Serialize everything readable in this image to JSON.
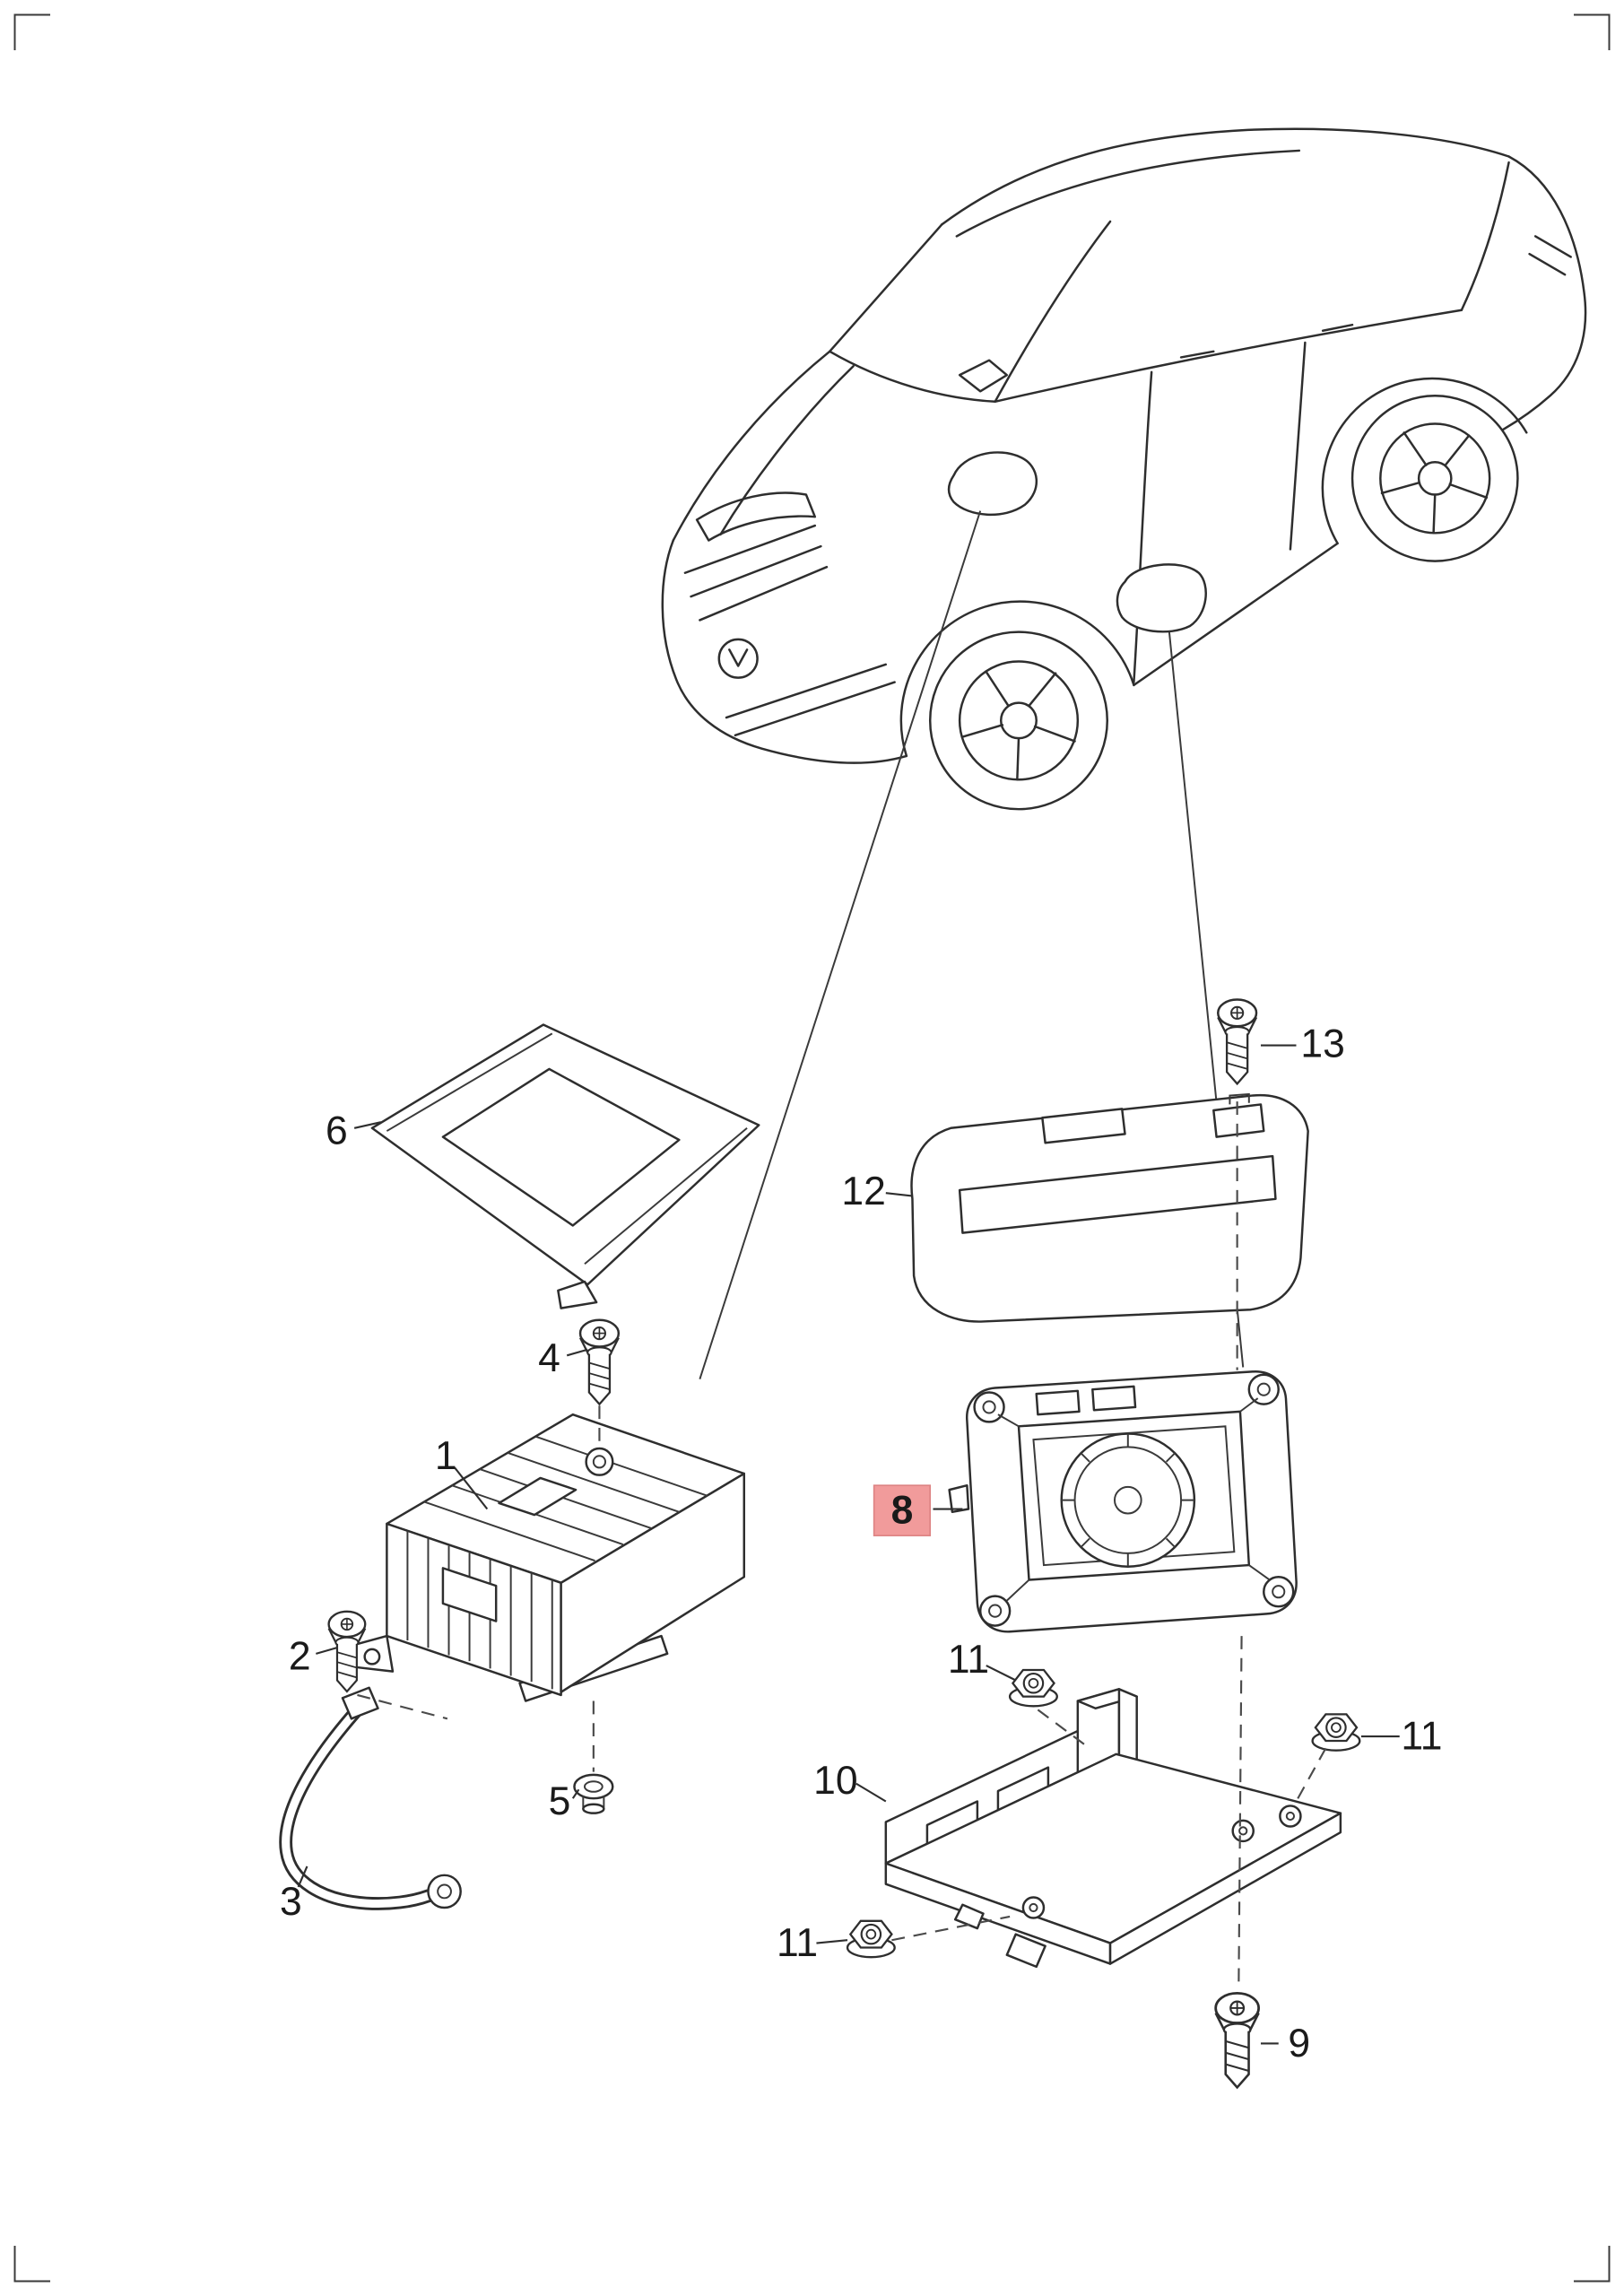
{
  "diagram": {
    "kind": "exploded-parts-diagram",
    "colors": {
      "background": "#ffffff",
      "line": "#2e2e2e",
      "highlight_fill": "#f19b9b",
      "highlight_border": "#dd8383",
      "highlight_text": "#8f1d1d",
      "label_text": "#1a1a1a"
    },
    "callouts": [
      {
        "part": "1",
        "label": "1"
      },
      {
        "part": "2",
        "label": "2"
      },
      {
        "part": "3",
        "label": "3"
      },
      {
        "part": "4",
        "label": "4"
      },
      {
        "part": "5",
        "label": "5"
      },
      {
        "part": "6",
        "label": "6"
      },
      {
        "part": "8",
        "label": "8",
        "highlighted": true
      },
      {
        "part": "9",
        "label": "9"
      },
      {
        "part": "10",
        "label": "10"
      },
      {
        "part": "11",
        "label": "11"
      },
      {
        "part": "11",
        "label": "11"
      },
      {
        "part": "11",
        "label": "11"
      },
      {
        "part": "12",
        "label": "12"
      },
      {
        "part": "13",
        "label": "13"
      }
    ]
  }
}
